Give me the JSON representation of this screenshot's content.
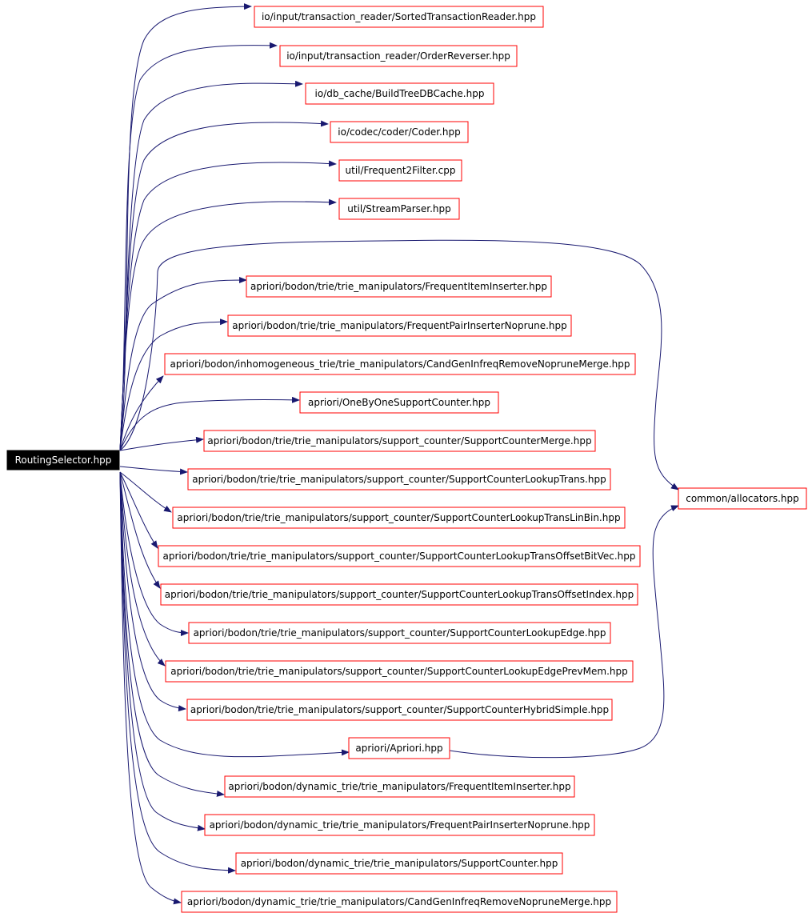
{
  "colors": {
    "edge": "#191970",
    "node_border": "#ff0000",
    "root_fill": "#000000",
    "root_text": "#ffffff",
    "node_text": "#000000"
  },
  "root": {
    "label": "RoutingSelector.hpp"
  },
  "common_allocators": {
    "label": "common/allocators.hpp"
  },
  "nodes": [
    {
      "label": "io/input/transaction_reader/SortedTransactionReader.hpp"
    },
    {
      "label": "io/input/transaction_reader/OrderReverser.hpp"
    },
    {
      "label": "io/db_cache/BuildTreeDBCache.hpp"
    },
    {
      "label": "io/codec/coder/Coder.hpp"
    },
    {
      "label": "util/Frequent2Filter.cpp"
    },
    {
      "label": "util/StreamParser.hpp"
    },
    {
      "label": "apriori/bodon/trie/trie_manipulators/FrequentItemInserter.hpp"
    },
    {
      "label": "apriori/bodon/trie/trie_manipulators/FrequentPairInserterNoprune.hpp"
    },
    {
      "label": "apriori/bodon/inhomogeneous_trie/trie_manipulators/CandGenInfreqRemoveNopruneMerge.hpp"
    },
    {
      "label": "apriori/OneByOneSupportCounter.hpp"
    },
    {
      "label": "apriori/bodon/trie/trie_manipulators/support_counter/SupportCounterMerge.hpp"
    },
    {
      "label": "apriori/bodon/trie/trie_manipulators/support_counter/SupportCounterLookupTrans.hpp"
    },
    {
      "label": "apriori/bodon/trie/trie_manipulators/support_counter/SupportCounterLookupTransLinBin.hpp"
    },
    {
      "label": "apriori/bodon/trie/trie_manipulators/support_counter/SupportCounterLookupTransOffsetBitVec.hpp"
    },
    {
      "label": "apriori/bodon/trie/trie_manipulators/support_counter/SupportCounterLookupTransOffsetIndex.hpp"
    },
    {
      "label": "apriori/bodon/trie/trie_manipulators/support_counter/SupportCounterLookupEdge.hpp"
    },
    {
      "label": "apriori/bodon/trie/trie_manipulators/support_counter/SupportCounterLookupEdgePrevMem.hpp"
    },
    {
      "label": "apriori/bodon/trie/trie_manipulators/support_counter/SupportCounterHybridSimple.hpp"
    },
    {
      "label": "apriori/Apriori.hpp"
    },
    {
      "label": "apriori/bodon/dynamic_trie/trie_manipulators/FrequentItemInserter.hpp"
    },
    {
      "label": "apriori/bodon/dynamic_trie/trie_manipulators/FrequentPairInserterNoprune.hpp"
    },
    {
      "label": "apriori/bodon/dynamic_trie/trie_manipulators/SupportCounter.hpp"
    },
    {
      "label": "apriori/bodon/dynamic_trie/trie_manipulators/CandGenInfreqRemoveNopruneMerge.hpp"
    }
  ]
}
